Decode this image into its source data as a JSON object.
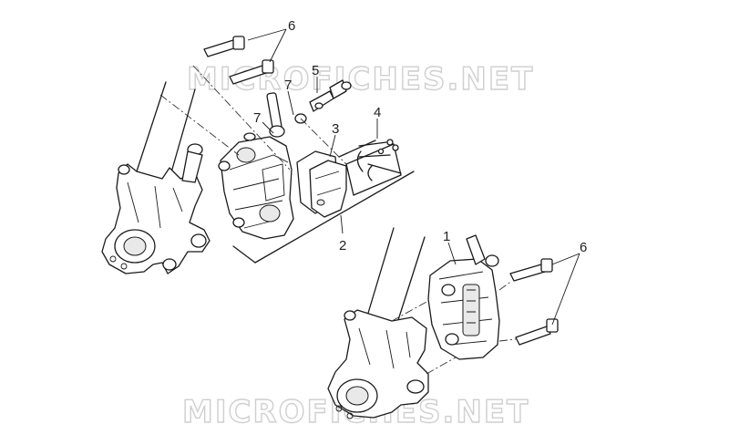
{
  "watermark": "MICROFICHES.NET",
  "callouts": {
    "c1": "1",
    "c2": "2",
    "c3": "3",
    "c4": "4",
    "c5": "5",
    "c6_top": "6",
    "c6_right": "6",
    "c7_a": "7",
    "c7_b": "7"
  }
}
